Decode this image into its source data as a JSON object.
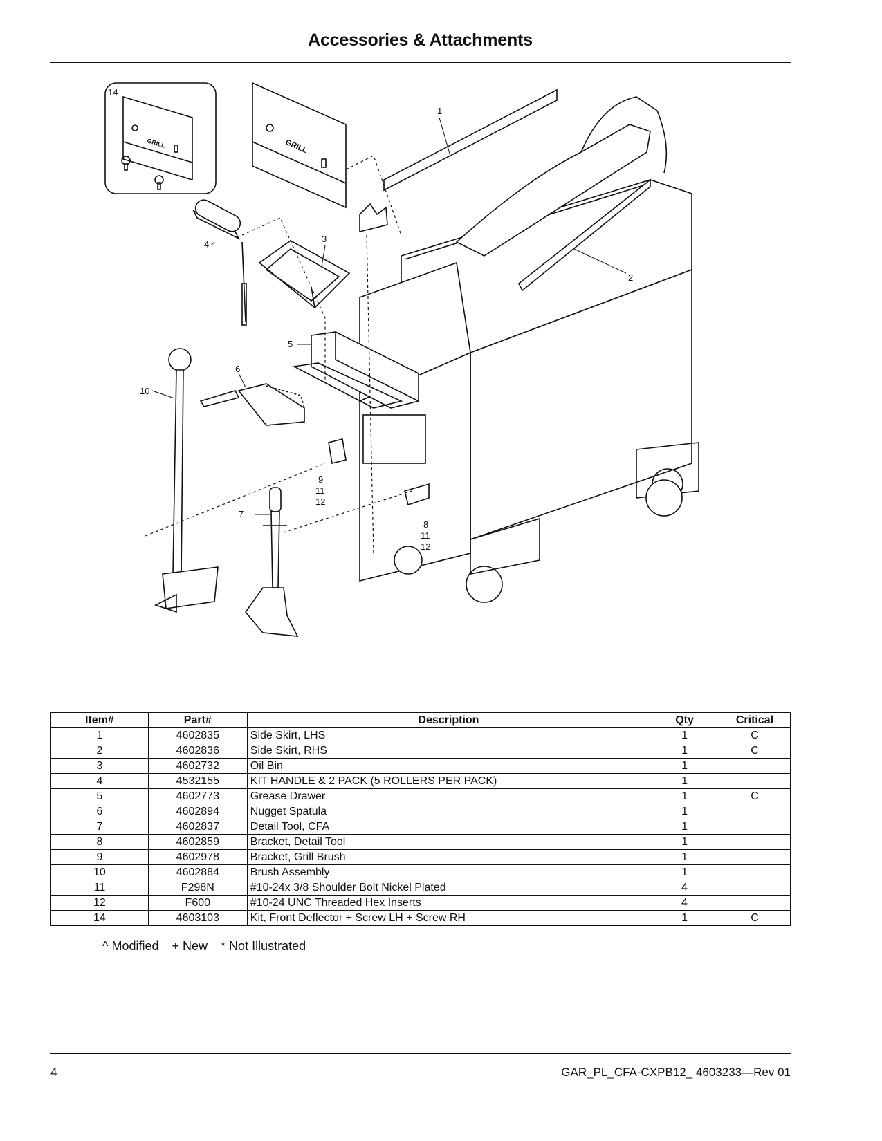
{
  "title": "Accessories & Attachments",
  "callouts": {
    "c1": "1",
    "c2": "2",
    "c3": "3",
    "c4": "4",
    "c5": "5",
    "c6": "6",
    "c7": "7",
    "c10": "10",
    "c14": "14",
    "c9a": "9",
    "c9b": "11",
    "c9c": "12",
    "c8a": "8",
    "c8b": "11",
    "c8c": "12"
  },
  "diagram_text": {
    "grill_a": "GRILL",
    "grill_b": "GRILL"
  },
  "table": {
    "headers": {
      "item": "Item#",
      "part": "Part#",
      "description": "Description",
      "qty": "Qty",
      "critical": "Critical"
    },
    "rows": [
      {
        "item": "1",
        "part": "4602835",
        "description": "Side Skirt, LHS",
        "qty": "1",
        "critical": "C"
      },
      {
        "item": "2",
        "part": "4602836",
        "description": "Side Skirt, RHS",
        "qty": "1",
        "critical": "C"
      },
      {
        "item": "3",
        "part": "4602732",
        "description": "Oil Bin",
        "qty": "1",
        "critical": ""
      },
      {
        "item": "4",
        "part": "4532155",
        "description": "KIT HANDLE & 2 PACK (5 ROLLERS PER PACK)",
        "qty": "1",
        "critical": ""
      },
      {
        "item": "5",
        "part": "4602773",
        "description": "Grease Drawer",
        "qty": "1",
        "critical": "C"
      },
      {
        "item": "6",
        "part": "4602894",
        "description": "Nugget Spatula",
        "qty": "1",
        "critical": ""
      },
      {
        "item": "7",
        "part": "4602837",
        "description": "Detail Tool, CFA",
        "qty": "1",
        "critical": ""
      },
      {
        "item": "8",
        "part": "4602859",
        "description": "Bracket, Detail Tool",
        "qty": "1",
        "critical": ""
      },
      {
        "item": "9",
        "part": "4602978",
        "description": "Bracket, Grill Brush",
        "qty": "1",
        "critical": ""
      },
      {
        "item": "10",
        "part": "4602884",
        "description": "Brush Assembly",
        "qty": "1",
        "critical": ""
      },
      {
        "item": "11",
        "part": "F298N",
        "description": "#10-24x 3/8 Shoulder Bolt Nickel Plated",
        "qty": "4",
        "critical": ""
      },
      {
        "item": "12",
        "part": "F600",
        "description": "#10-24 UNC Threaded Hex Inserts",
        "qty": "4",
        "critical": ""
      },
      {
        "item": "14",
        "part": "4603103",
        "description": "Kit, Front Deflector  + Screw LH + Screw RH",
        "qty": "1",
        "critical": "C"
      }
    ]
  },
  "legend": {
    "modified": "^ Modified",
    "new": "+ New",
    "not_illustrated": "* Not Illustrated"
  },
  "footer": {
    "page": "4",
    "doc_id": "GAR_PL_CFA-CXPB12_ 4603233—Rev 01"
  }
}
